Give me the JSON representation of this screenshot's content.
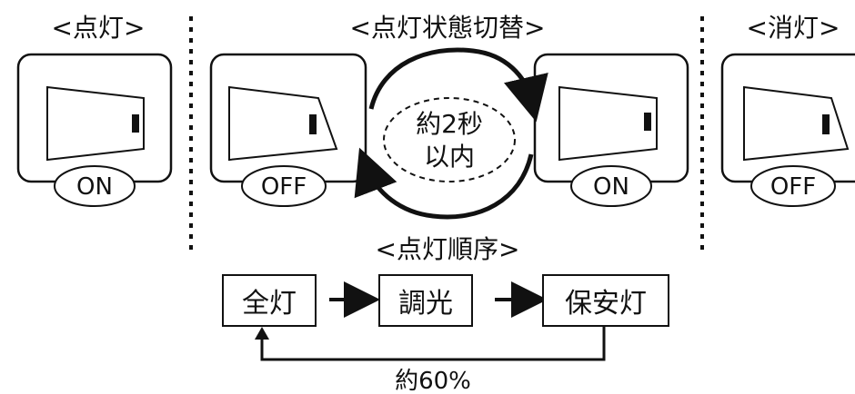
{
  "headers": {
    "on_state": "<点灯>",
    "switching": "<点灯状態切替>",
    "off_state": "<消灯>"
  },
  "panels": {
    "left_on": {
      "label": "ON"
    },
    "mid_off": {
      "label": "OFF"
    },
    "mid_on": {
      "label": "ON"
    },
    "right_off": {
      "label": "OFF"
    }
  },
  "cycle": {
    "line1": "約2秒",
    "line2": "以内"
  },
  "order": {
    "title": "<点灯順序>",
    "steps": [
      "全灯",
      "調光",
      "保安灯"
    ],
    "return_label": "約60%"
  },
  "colors": {
    "ink": "#111111",
    "background": "#ffffff"
  }
}
